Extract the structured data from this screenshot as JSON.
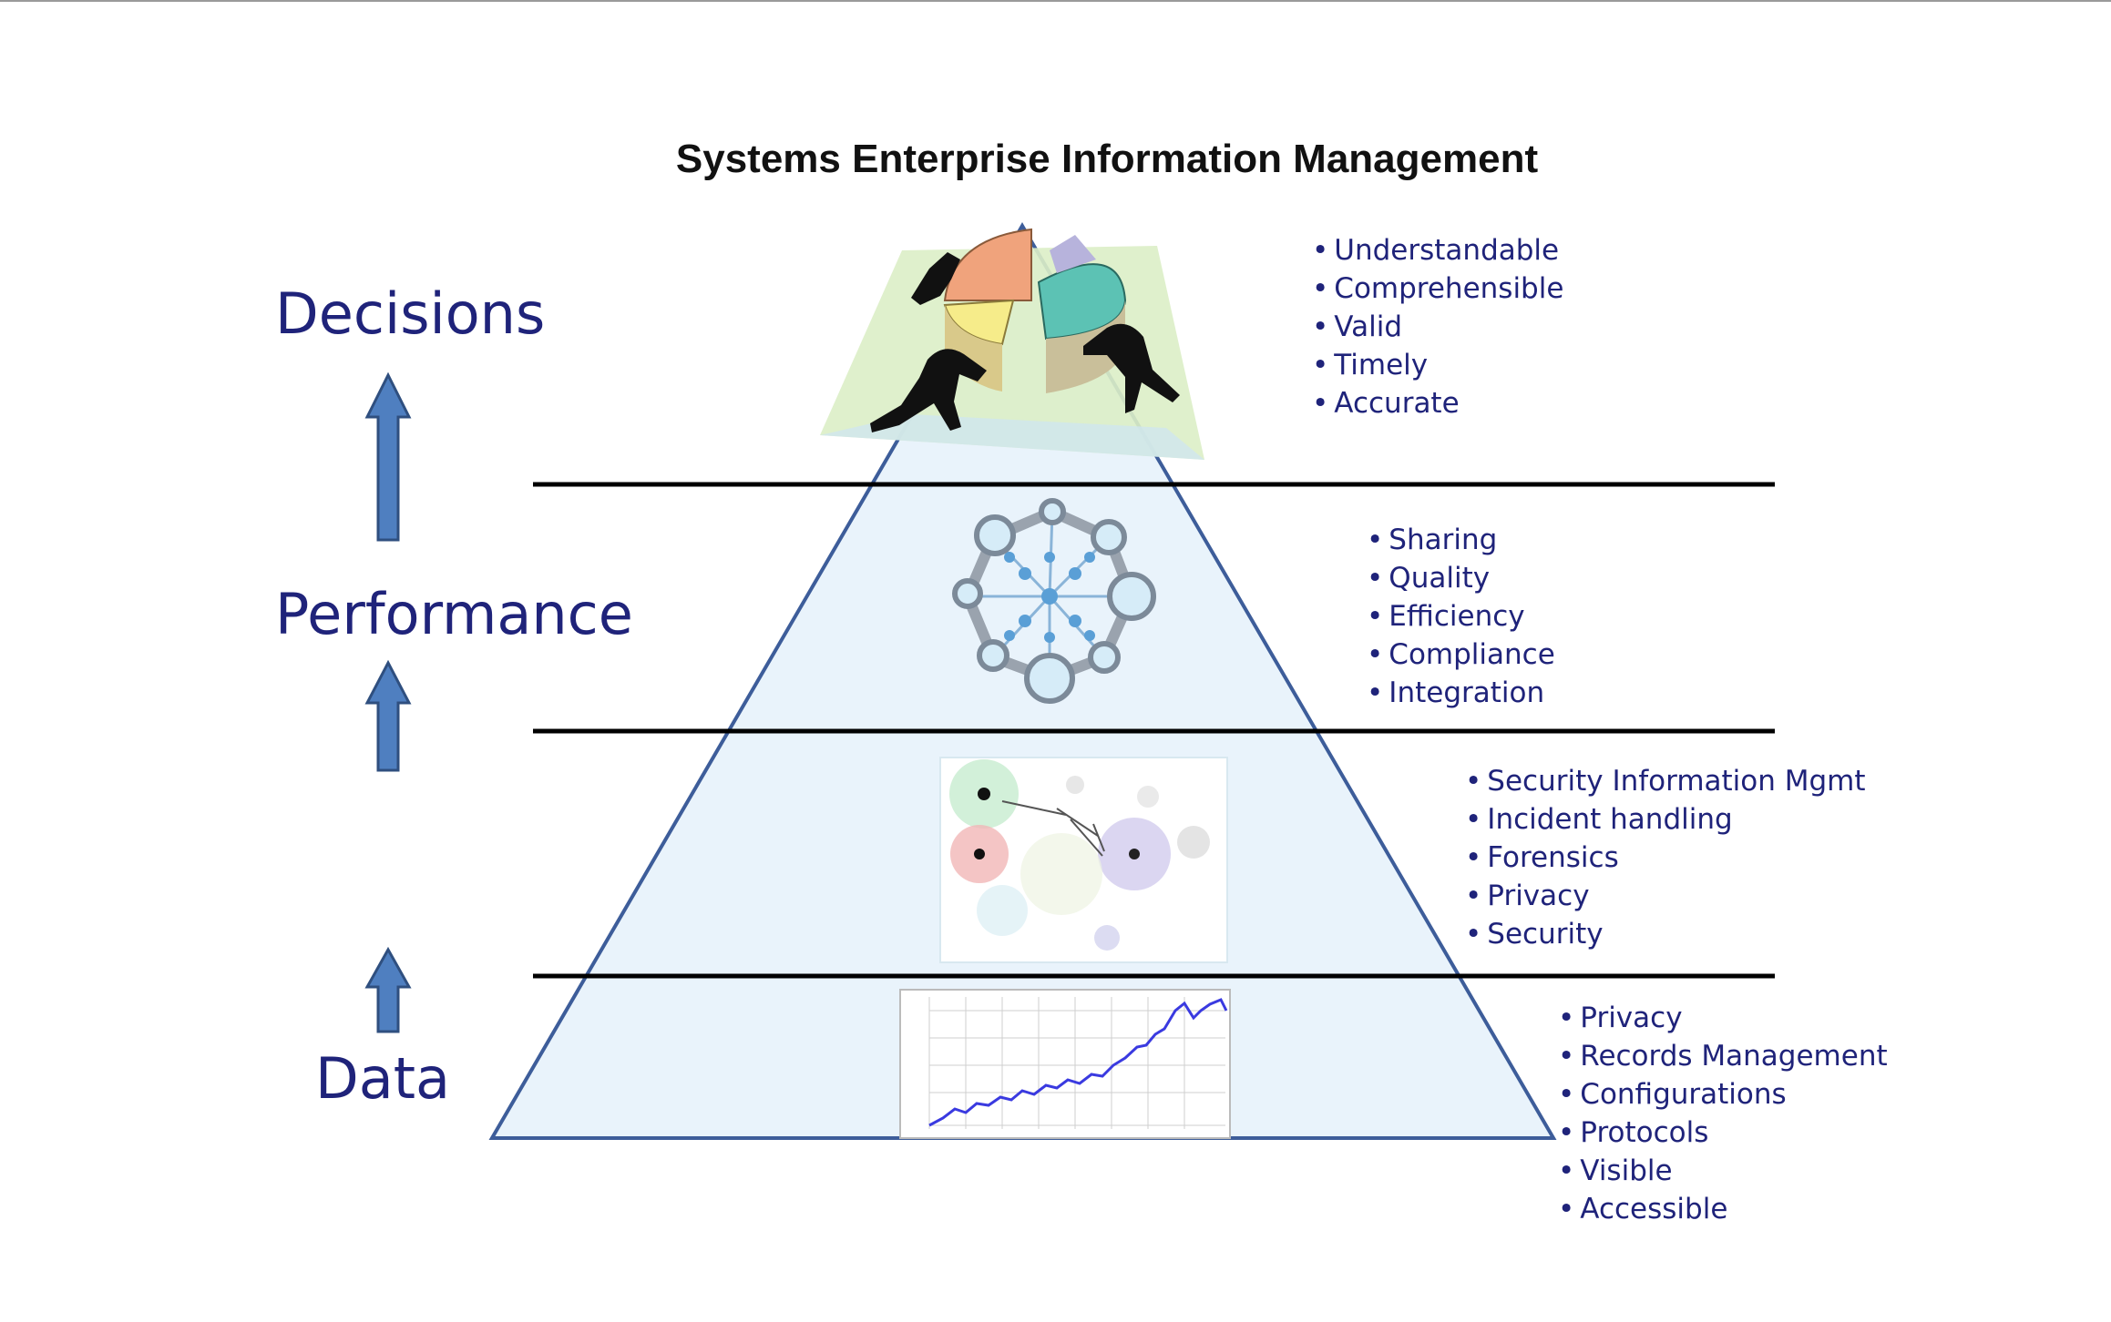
{
  "title": "Systems Enterprise Information Management",
  "stages": {
    "decisions": "Decisions",
    "performance": "Performance",
    "data": "Data"
  },
  "lists": {
    "top": [
      "Understandable",
      "Comprehensible",
      "Valid",
      "Timely",
      "Accurate"
    ],
    "performance": [
      "Sharing",
      "Quality",
      "Efficiency",
      "Compliance",
      "Integration"
    ],
    "security": [
      "Security Information Mgmt",
      "Incident handling",
      "Forensics",
      "Privacy",
      "Security"
    ],
    "data": [
      "Privacy",
      "Records Management",
      "Configurations",
      "Protocols",
      "Visible",
      "Accessible"
    ]
  },
  "colors": {
    "stage_text": "#1f237a",
    "bullet_text": "#1f237a",
    "arrow_fill": "#4f7fc0",
    "pyramid_fill": "#e9f3fb",
    "pyramid_stroke": "#3d5d9a",
    "divider": "#000000"
  },
  "icons": {
    "apex": "pie-chart-team-icon",
    "performance": "network-hub-icon",
    "security": "cluster-graph-icon",
    "data": "line-chart-thumbnail-icon"
  }
}
